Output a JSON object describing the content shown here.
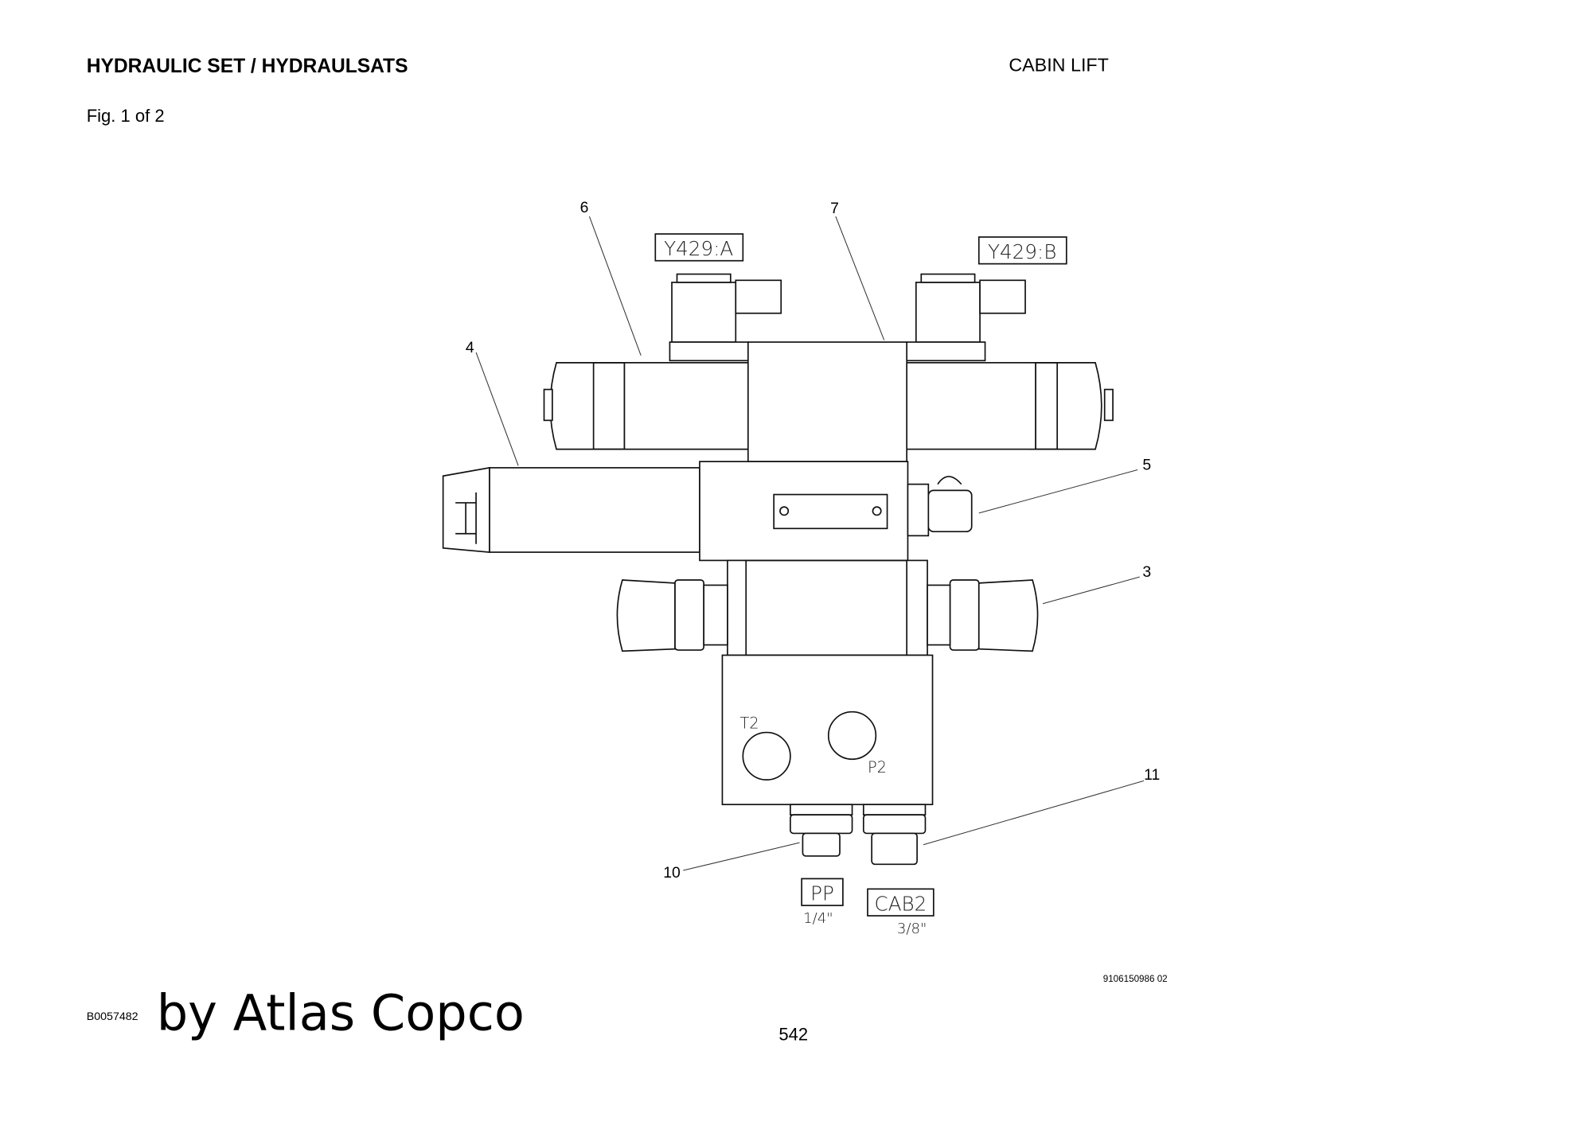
{
  "header": {
    "title": "HYDRAULIC SET / HYDRAULSATS",
    "section": "CABIN LIFT",
    "figure": "Fig. 1 of 2"
  },
  "diagram": {
    "callouts": [
      "6",
      "7",
      "4",
      "5",
      "3",
      "11",
      "10"
    ],
    "labels": {
      "y429a": "Y429:A",
      "y429b": "Y429:B",
      "t2": "T2",
      "p2": "P2",
      "pp": "PP",
      "pp_size": "1/4\"",
      "cab2": "CAB2",
      "cab2_size": "3/8\""
    },
    "drawing_number": "9106150986 02"
  },
  "footer": {
    "code": "B0057482",
    "brand": "by Atlas Copco",
    "page": "542"
  }
}
